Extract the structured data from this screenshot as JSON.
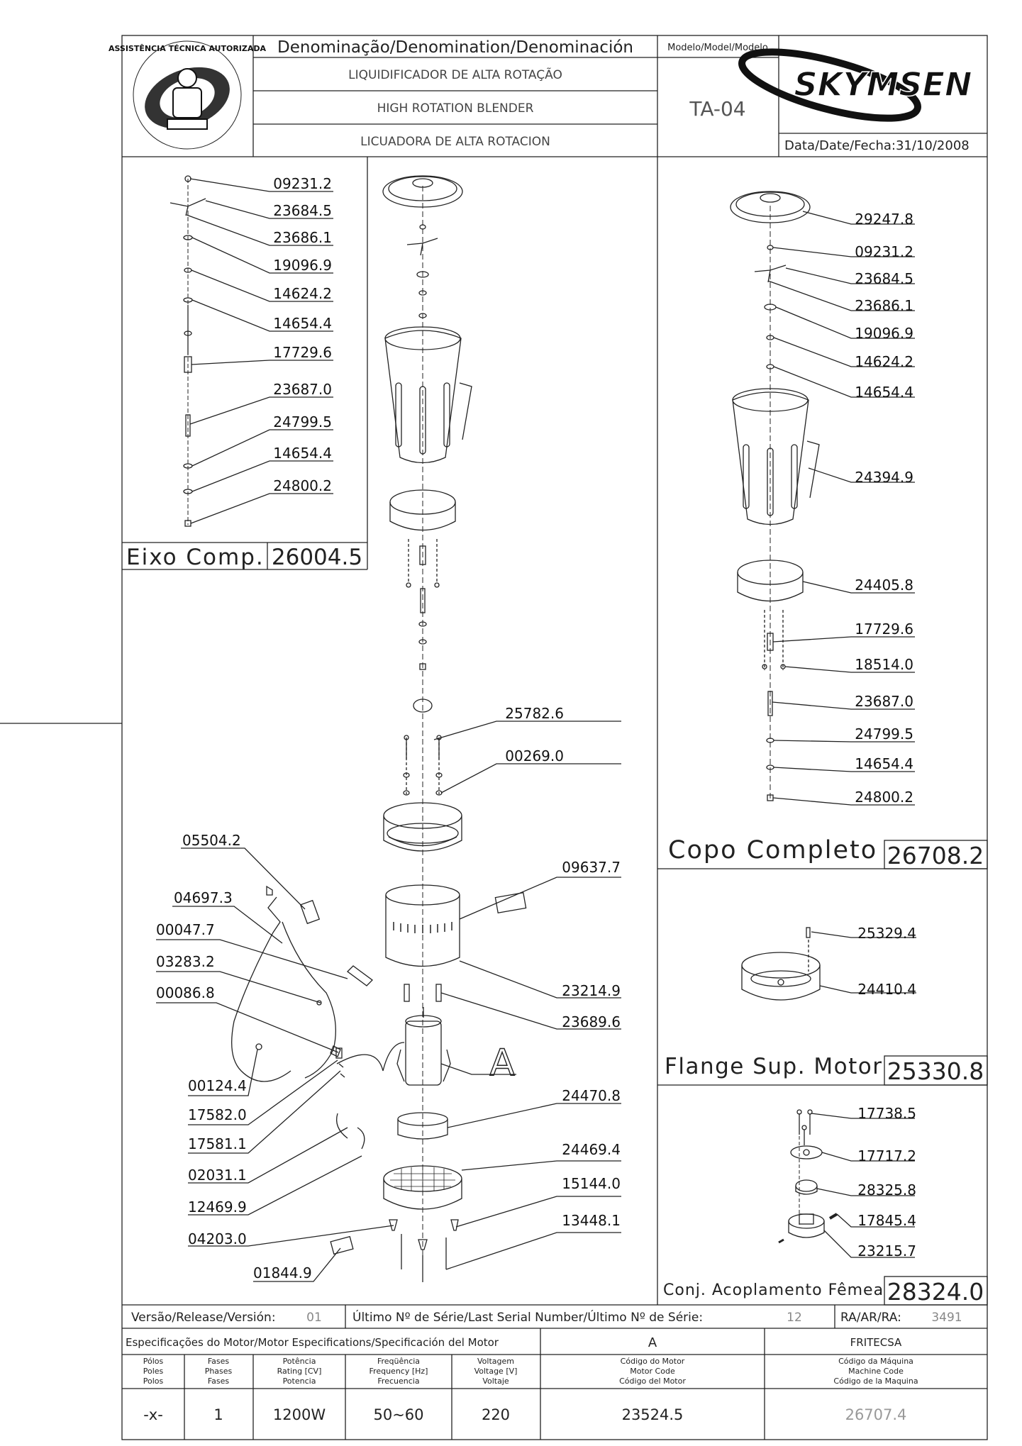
{
  "header": {
    "denomination_title": "Denominação/Denomination/Denominación",
    "name_pt": "LIQUIDIFICADOR DE ALTA ROTAÇÃO",
    "name_en": "HIGH ROTATION BLENDER",
    "name_es": "LICUADORA DE ALTA ROTACION",
    "model_label": "Modelo/Model/Modelo",
    "model_value": "TA-04",
    "brand": "SKYMSEN",
    "date_label": "Data/Date/Fecha:",
    "date_value": "31/10/2008",
    "seal_text": "ASSISTÊNCIA TÉCNICA AUTORIZADA"
  },
  "panels": {
    "eixo": {
      "title": "Eixo Comp.",
      "code": "26004.5",
      "parts": [
        "09231.2",
        "23684.5",
        "23686.1",
        "19096.9",
        "14624.2",
        "14654.4",
        "17729.6",
        "23687.0",
        "24799.5",
        "14654.4",
        "24800.2"
      ]
    },
    "copo": {
      "title": "Copo Completo",
      "code": "26708.2",
      "parts": [
        "29247.8",
        "09231.2",
        "23684.5",
        "23686.1",
        "19096.9",
        "14624.2",
        "14654.4",
        "24394.9",
        "24405.8",
        "17729.6",
        "18514.0",
        "23687.0",
        "24799.5",
        "14654.4",
        "24800.2"
      ]
    },
    "flange": {
      "title": "Flange Sup. Motor",
      "code": "25330.8",
      "parts": [
        "25329.4",
        "24410.4"
      ]
    },
    "acoplamento": {
      "title": "Conj. Acoplamento Fêmea",
      "code": "28324.0",
      "parts": [
        "17738.5",
        "17717.2",
        "28325.8",
        "17845.4",
        "23215.7"
      ]
    },
    "main": {
      "right_parts": [
        "25782.6",
        "00269.0",
        "09637.7",
        "23214.9",
        "23689.6",
        "24470.8",
        "24469.4",
        "15144.0",
        "13448.1"
      ],
      "left_parts": [
        "05504.2",
        "04697.3",
        "00047.7",
        "03283.2",
        "00086.8",
        "00124.4",
        "17582.0",
        "17581.1",
        "02031.1",
        "12469.9",
        "04203.0",
        "01844.9"
      ],
      "motor_marker": "A"
    }
  },
  "release": {
    "version_label": "Versão/Release/Versión:",
    "version_value": "01",
    "serial_label": "Último Nº de Série/Last Serial Number/Último Nº de Série:",
    "serial_value": "12",
    "ra_label": "RA/AR/RA:",
    "ra_value": "3491"
  },
  "specs": {
    "title": "Especificações do Motor/Motor Especifications/Specificación del Motor",
    "motor_letter": "A",
    "manufacturer": "FRITECSA",
    "headers": [
      [
        "Pólos",
        "Poles",
        "Polos"
      ],
      [
        "Fases",
        "Phases",
        "Fases"
      ],
      [
        "Potência",
        "Rating [CV]",
        "Potencia"
      ],
      [
        "Freqüência",
        "Frequency [Hz]",
        "Frecuencia"
      ],
      [
        "Voltagem",
        "Voltage [V]",
        "Voltaje"
      ],
      [
        "Código do Motor",
        "Motor Code",
        "Código del Motor"
      ],
      [
        "Código da Máquina",
        "Machine Code",
        "Código de la Maquina"
      ]
    ],
    "values": [
      "-x-",
      "1",
      "1200W",
      "50~60",
      "220",
      "23524.5",
      "26707.4"
    ]
  }
}
